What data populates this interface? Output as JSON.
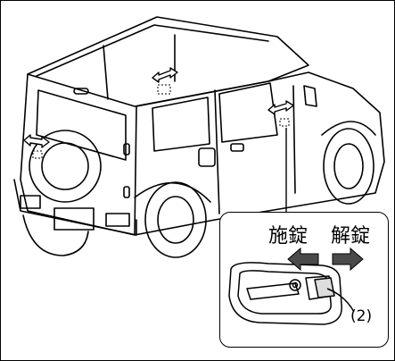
{
  "labels": {
    "lock": "施錠",
    "unlock": "解錠",
    "ref": "(2)"
  },
  "colors": {
    "line": "#000000",
    "arrow_fill": "#4a4a4a",
    "background": "#ffffff"
  },
  "icons": [
    "double-arrow-icon",
    "lock-arrow-icon",
    "unlock-arrow-icon"
  ]
}
